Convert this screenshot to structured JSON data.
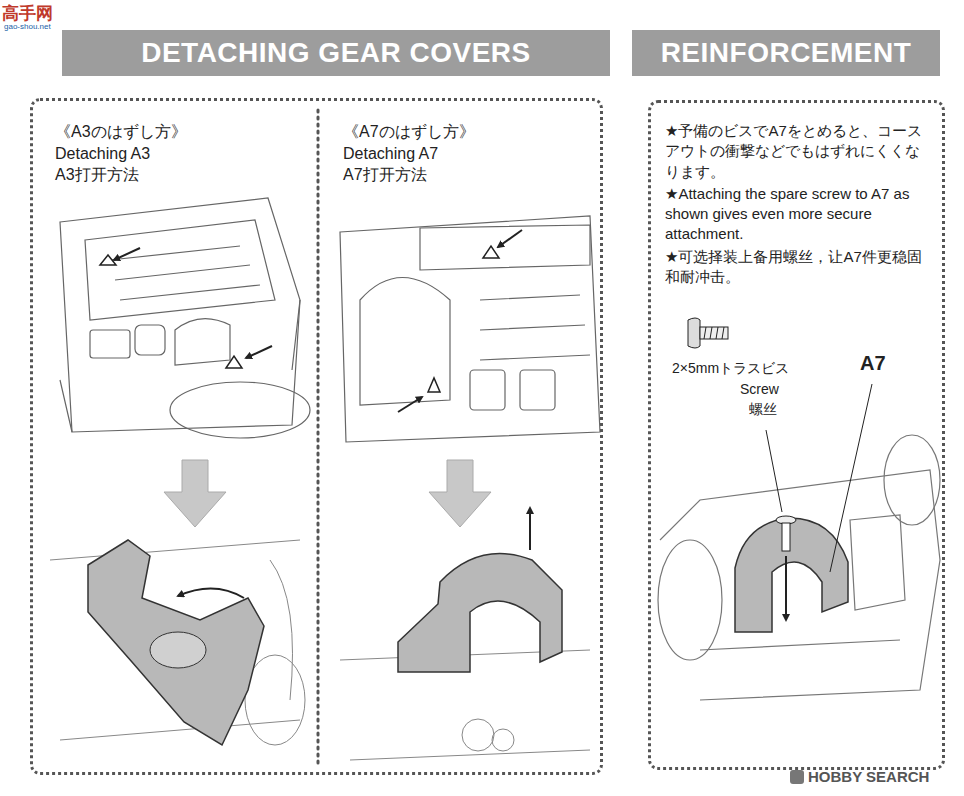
{
  "diagram": {
    "nodes": [
      {
        "text": [
          "DETACHING GEAR COVERS"
        ]
      },
      {
        "text": [
          "REINFORCEMENT"
        ]
      },
      {
        "text": [
          "《A3のはずし方》",
          "Detaching A3",
          "A3打开方法",
          "《A7のはずし方》",
          "Detaching A7",
          "A7打开方法"
        ]
      },
      {
        "text": [
          "★予備のビスでA7をとめると、コースアウトの衝撃などでもはずれにくくなります。",
          "★Attaching the spare screw to A7 as shown gives even more secure attachment.",
          "★可选择装上备用螺丝，让A7件更稳固和耐冲击。"
        ]
      }
    ],
    "labels": [
      "高手网",
      "gao-shou.net",
      "2×5mmトラスビス",
      "Screw",
      "螺丝",
      "A7",
      "HOBBY SEARCH"
    ]
  }
}
